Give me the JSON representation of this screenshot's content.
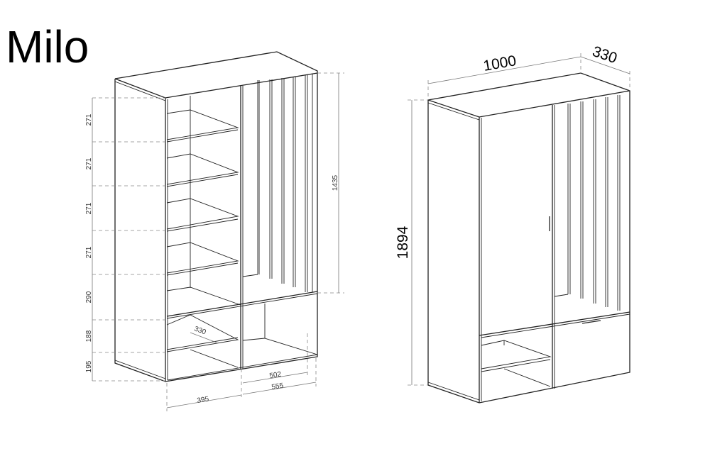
{
  "title": "Milo",
  "left_view": {
    "height_dims": [
      "271",
      "271",
      "271",
      "271",
      "290",
      "188",
      "195"
    ],
    "slat_height": "1435",
    "shelf_depth": "330",
    "inner_width_right": "502",
    "width_right": "555",
    "width_left": "395"
  },
  "right_view": {
    "width": "1000",
    "depth": "330",
    "height": "1894"
  }
}
